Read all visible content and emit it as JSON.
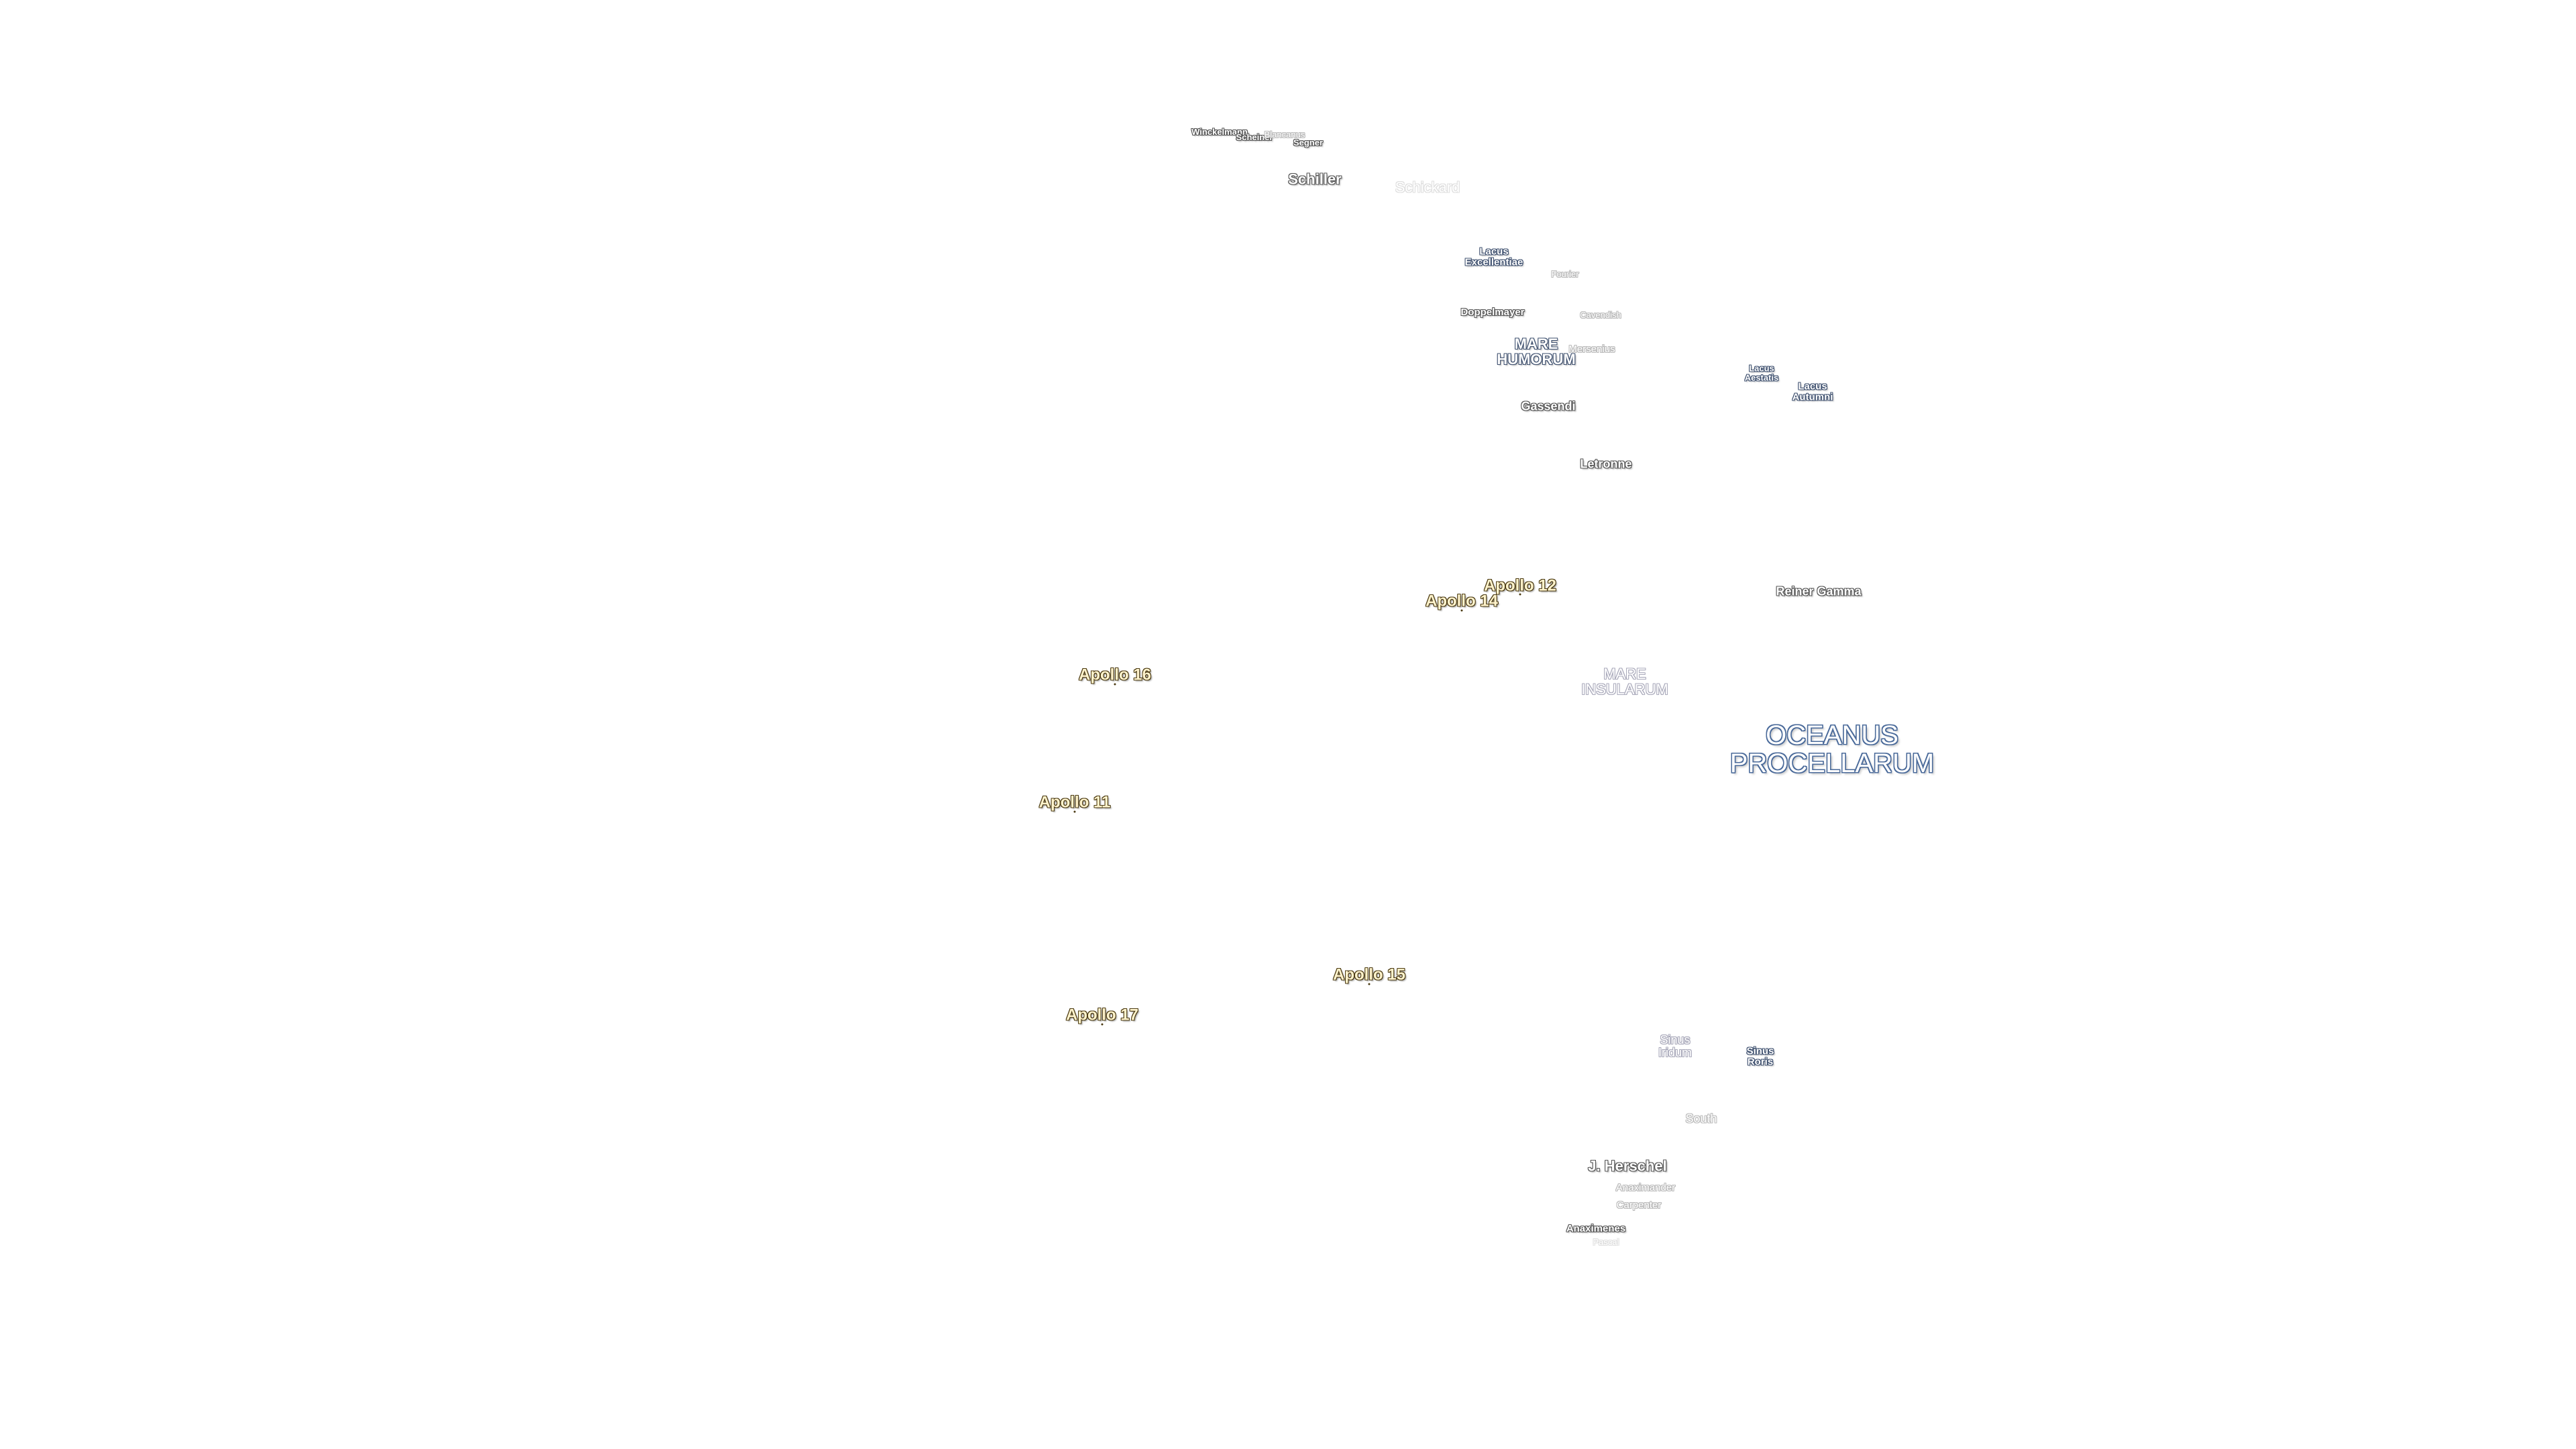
{
  "labels": {
    "winckelmann": "Winckelmann",
    "scheiner": "Scheiner",
    "blancanus": "Blancanus",
    "segner": "Segner",
    "schiller": "Schiller",
    "schickard": "Schickard",
    "lacus_excellentiae": [
      "Lacus",
      "Excellentiae"
    ],
    "fourier": "Fourier",
    "doppelmayer": "Doppelmayer",
    "cavendish": "Cavendish",
    "mare_humorum": [
      "MARE",
      "HUMORUM"
    ],
    "mersenius": "Mersenius",
    "lacus_aestatis": [
      "Lacus",
      "Aestatis"
    ],
    "lacus_autumni": [
      "Lacus",
      "Autumni"
    ],
    "gassendi": "Gassendi",
    "letronne": "Letronne",
    "apollo_12": "Apollo 12",
    "apollo_14": "Apollo 14",
    "reiner_gamma": "Reiner Gamma",
    "apollo_16": "Apollo 16",
    "mare_insularum": [
      "MARE",
      "INSULARUM"
    ],
    "oceanus_procellarum": [
      "OCEANUS",
      "PROCELLARUM"
    ],
    "apollo_11": "Apollo 11",
    "apollo_15": "Apollo 15",
    "apollo_17": "Apollo 17",
    "sinus_iridum": [
      "Sinus",
      "Iridum"
    ],
    "sinus_roris": [
      "Sinus",
      "Roris"
    ],
    "south": "South",
    "j_herschel": "J. Herschel",
    "anaximander": "Anaximander",
    "carpenter": "Carpenter",
    "anaximenes": "Anaximenes",
    "pascal": "Pascal"
  }
}
